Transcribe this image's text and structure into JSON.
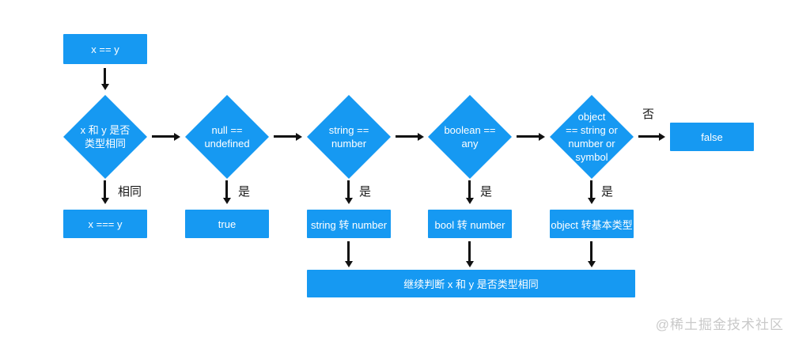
{
  "colors": {
    "node_blue": "#1699F2",
    "arrow_black": "#111111",
    "edge_label_black": "#1a1a1a",
    "watermark_gray": "#c9c9c9"
  },
  "nodes": {
    "start": {
      "label": "x == y"
    },
    "type_check": {
      "label": "x 和 y 是否\n类型相同"
    },
    "null_undefined": {
      "label": "null ==\nundefined"
    },
    "string_number": {
      "label": "string ==\nnumber"
    },
    "boolean_any": {
      "label": "boolean ==\nany"
    },
    "object_check": {
      "label": "object\n== string or\nnumber or\nsymbol"
    },
    "false_box": {
      "label": "false"
    },
    "strict_eq": {
      "label": "x === y"
    },
    "true_box": {
      "label": "true"
    },
    "string_to_number": {
      "label": "string 转 number"
    },
    "bool_to_number": {
      "label": "bool 转 number"
    },
    "object_to_primitive": {
      "label": "object 转基本类型"
    },
    "continue_box": {
      "label": "继续判断 x 和 y 是否类型相同"
    }
  },
  "edge_labels": {
    "same": "相同",
    "yes": "是",
    "no": "否"
  },
  "watermark": "@稀土掘金技术社区"
}
